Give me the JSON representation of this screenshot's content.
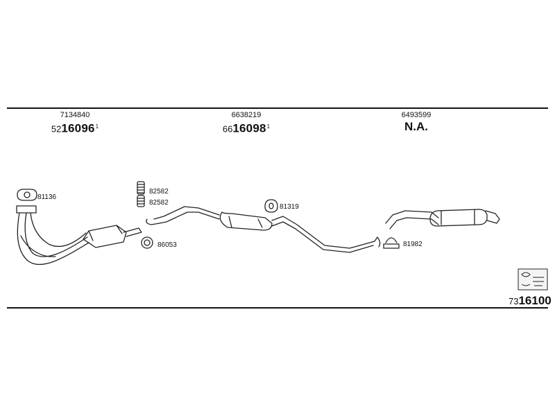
{
  "sections": [
    {
      "oe_number": "7134840",
      "part_prefix": "52",
      "part_main": "16096",
      "part_sup": "1"
    },
    {
      "oe_number": "6638219",
      "part_prefix": "66",
      "part_main": "16098",
      "part_sup": "1"
    },
    {
      "oe_number": "6493599",
      "not_available": "N.A."
    }
  ],
  "small_parts": {
    "gasket_front": "81136",
    "spring_a": "82582",
    "spring_b": "82582",
    "seal_ring": "86053",
    "rubber_mount": "81319",
    "clamp": "81982"
  },
  "kit": {
    "prefix": "73",
    "main": "16100"
  },
  "icons": {
    "kit_icon": "parts-kit-icon"
  }
}
